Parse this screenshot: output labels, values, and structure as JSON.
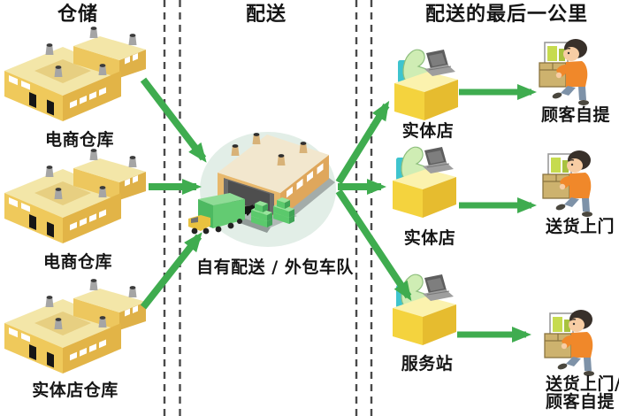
{
  "headers": {
    "warehousing": "仓储",
    "distribution": "配送",
    "last_mile": "配送的最后一公里"
  },
  "warehouses": [
    {
      "label": "电商仓库"
    },
    {
      "label": "电商仓库"
    },
    {
      "label": "实体店仓库"
    }
  ],
  "hub": {
    "label": "自有配送 / 外包车队"
  },
  "stores": [
    {
      "label": "实体店"
    },
    {
      "label": "实体店"
    },
    {
      "label": "服务站"
    }
  ],
  "customers": [
    {
      "lines": [
        "顾客自提"
      ]
    },
    {
      "lines": [
        "送货上门"
      ]
    },
    {
      "lines": [
        "送货上门/",
        "顾客自提"
      ]
    }
  ],
  "colors": {
    "arrow_green": "#3FAC4F",
    "dashed_divider": "#4a4a4a",
    "warehouse_wall": "#EFC95B",
    "warehouse_wall_dark": "#E2B447",
    "warehouse_roof": "#F3E6A8",
    "hub_ellipse_bg": "#E2EEE7",
    "hub_roof": "#F2E7CE",
    "hub_wall": "#E8B86C",
    "desk_yellow": "#F4D33E",
    "clerk_green": "#CFEDB4",
    "chair_teal": "#3EC4CE",
    "shirt_orange": "#F0882A",
    "pants_blue": "#7E92A8",
    "box_tan": "#CDB26E",
    "box_green": "#C6DB4E",
    "pallet_green": "#5BC96C",
    "text": "#151515"
  }
}
